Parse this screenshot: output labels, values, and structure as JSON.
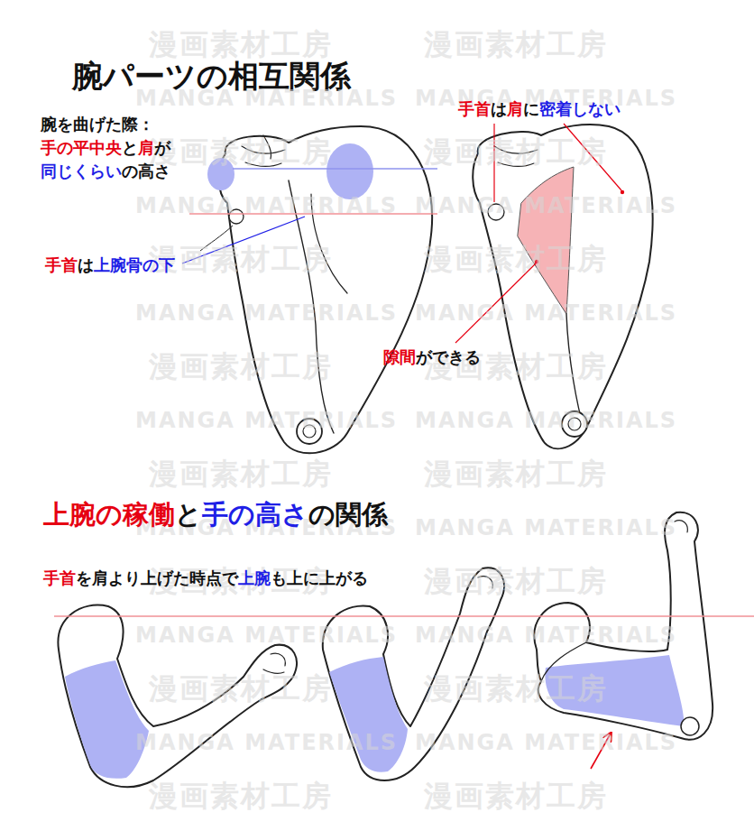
{
  "diagram": {
    "title": "腕パーツの相互関係",
    "labels": [
      "腕を曲げた際：",
      "手の平中央",
      "と",
      "肩",
      "が",
      "同じくらい",
      "の高さ",
      "手首",
      "は",
      "上腕骨の下",
      "手首",
      "は",
      "肩",
      "に",
      "密着しない",
      "隙間",
      "ができる",
      "上腕の稼働",
      "と",
      "手の高さ",
      "の関係",
      "手首",
      "を肩より上げた時点で",
      "上腕",
      "も上に上がる",
      "漫画素材工房",
      "漫画素材工房",
      "MANGA MATERIALS",
      "MANGA MATERIALS",
      "漫画素材工房",
      "漫画素材工房",
      "MANGA MATERIALS",
      "MANGA MATERIALS",
      "漫画素材工房",
      "漫画素材工房",
      "MANGA MATERIALS",
      "MANGA MATERIALS",
      "漫画素材工房",
      "漫画素材工房",
      "MANGA MATERIALS",
      "MANGA MATERIALS",
      "漫画素材工房",
      "漫画素材工房",
      "MANGA MATERIALS",
      "MANGA MATERIALS",
      "漫画素材工房",
      "漫画素材工房",
      "MANGA MATERIALS",
      "MANGA MATERIALS",
      "漫画素材工房",
      "漫画素材工房",
      "MANGA MATERIALS",
      "MANGA MATERIALS",
      "漫画素材工房",
      "漫画素材工房"
    ]
  }
}
